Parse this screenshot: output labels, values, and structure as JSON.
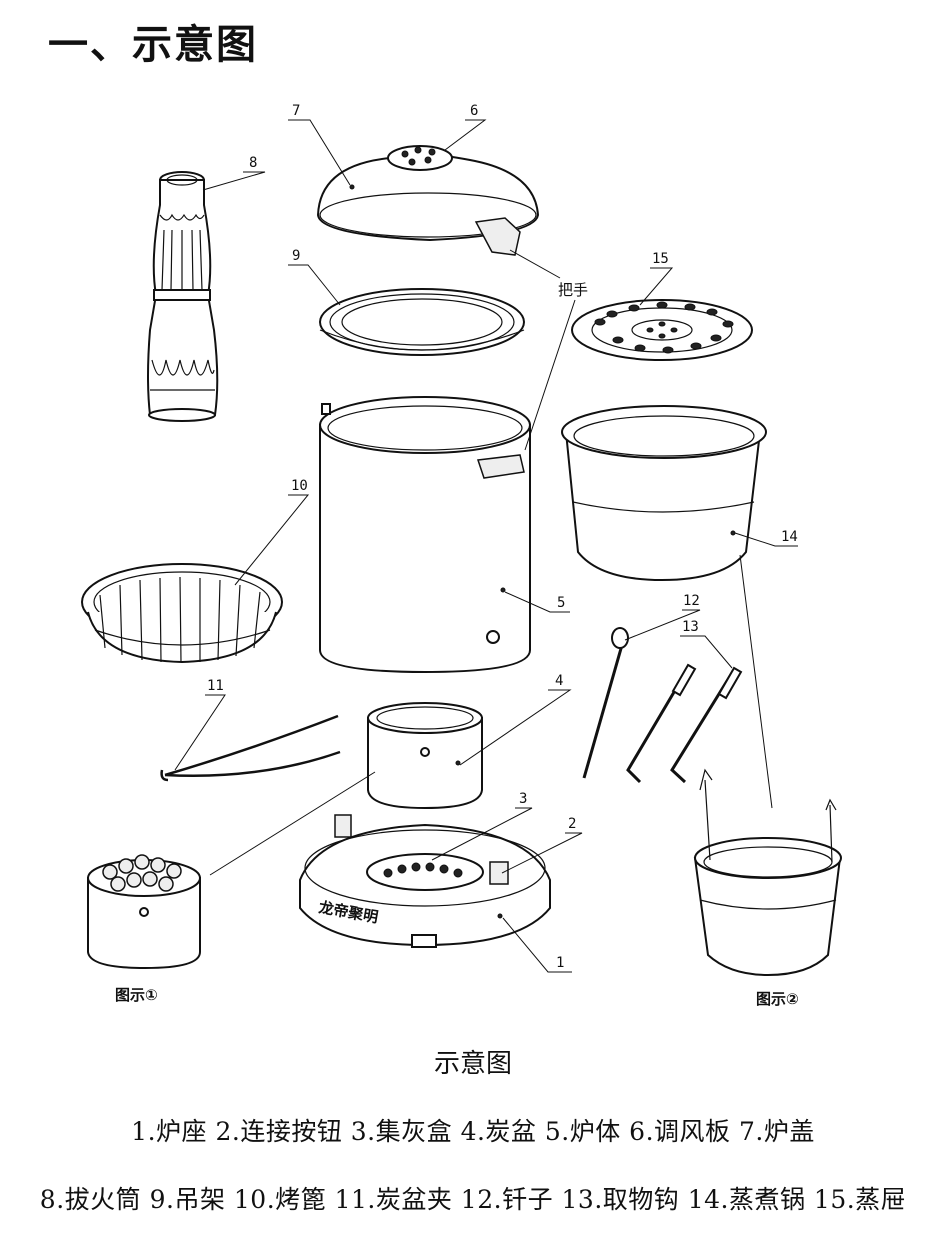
{
  "heading": "一、示意图",
  "handle_label": "把手",
  "brand_text": "龙帝聚明",
  "figure_labels": [
    "图示①",
    "图示②"
  ],
  "caption": "示意图",
  "callouts": [
    "1",
    "2",
    "3",
    "4",
    "5",
    "6",
    "7",
    "8",
    "9",
    "10",
    "11",
    "12",
    "13",
    "14",
    "15"
  ],
  "legend_line1": "1.炉座 2.连接按钮 3.集灰盒 4.炭盆 5.炉体 6.调风板 7.炉盖",
  "legend_line2": "8.拔火筒 9.吊架 10.烤篦 11.炭盆夹 12.钎子 13.取物钩 14.蒸煮锅 15.蒸屉"
}
